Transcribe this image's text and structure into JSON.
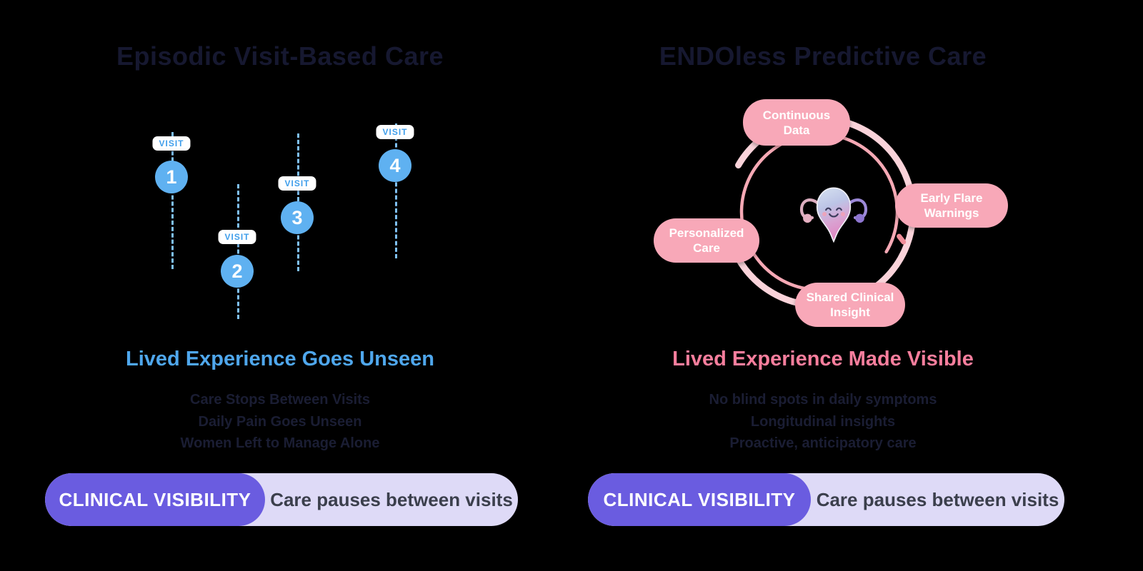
{
  "left_panel": {
    "title": "Episodic Visit-Based Care",
    "visits": [
      {
        "label": "VISIT",
        "number": "1"
      },
      {
        "label": "VISIT",
        "number": "2"
      },
      {
        "label": "VISIT",
        "number": "3"
      },
      {
        "label": "VISIT",
        "number": "4"
      }
    ],
    "headline": "Lived Experience Goes Unseen",
    "sublines": {
      "line1": "Care Stops Between Visits",
      "line2": "Daily Pain Goes Unseen",
      "line3": "Women Left to Manage Alone"
    },
    "badge": {
      "tag": "CLINICAL VISIBILITY",
      "text": "Care pauses between visits"
    }
  },
  "right_panel": {
    "title": "ENDOless Predictive Care",
    "ring_labels": {
      "top": "Continuous Data",
      "right": "Early Flare Warnings",
      "left": "Personalized Care",
      "bottom": "Shared Clinical Insight"
    },
    "mascot": "smiling-uterus-mascot",
    "headline": "Lived Experience Made Visible",
    "sublines": {
      "line1": "No blind spots in daily symptoms",
      "line2": "Longitudinal insights",
      "line3": "Proactive, anticipatory care"
    },
    "badge": {
      "tag": "CLINICAL VISIBILITY",
      "text": "Care pauses between visits"
    }
  },
  "colors": {
    "background": "#000000",
    "title_dark": "#161830",
    "timeline_blue": "#5FB1F1",
    "dashed_blue": "#7FC0F4",
    "visit_tag_blue": "#3F9EEB",
    "headline_blue": "#4FA7ED",
    "headline_pink": "#F87E9D",
    "pill_pink": "#F8A8B8",
    "ring_light_pink": "#FAD3DA",
    "ring_deep_pink": "#F6A9B5",
    "badge_purple": "#6A5CE0",
    "badge_lavender": "#DEDAF7",
    "badge_text_dark": "#3B3F4C"
  }
}
